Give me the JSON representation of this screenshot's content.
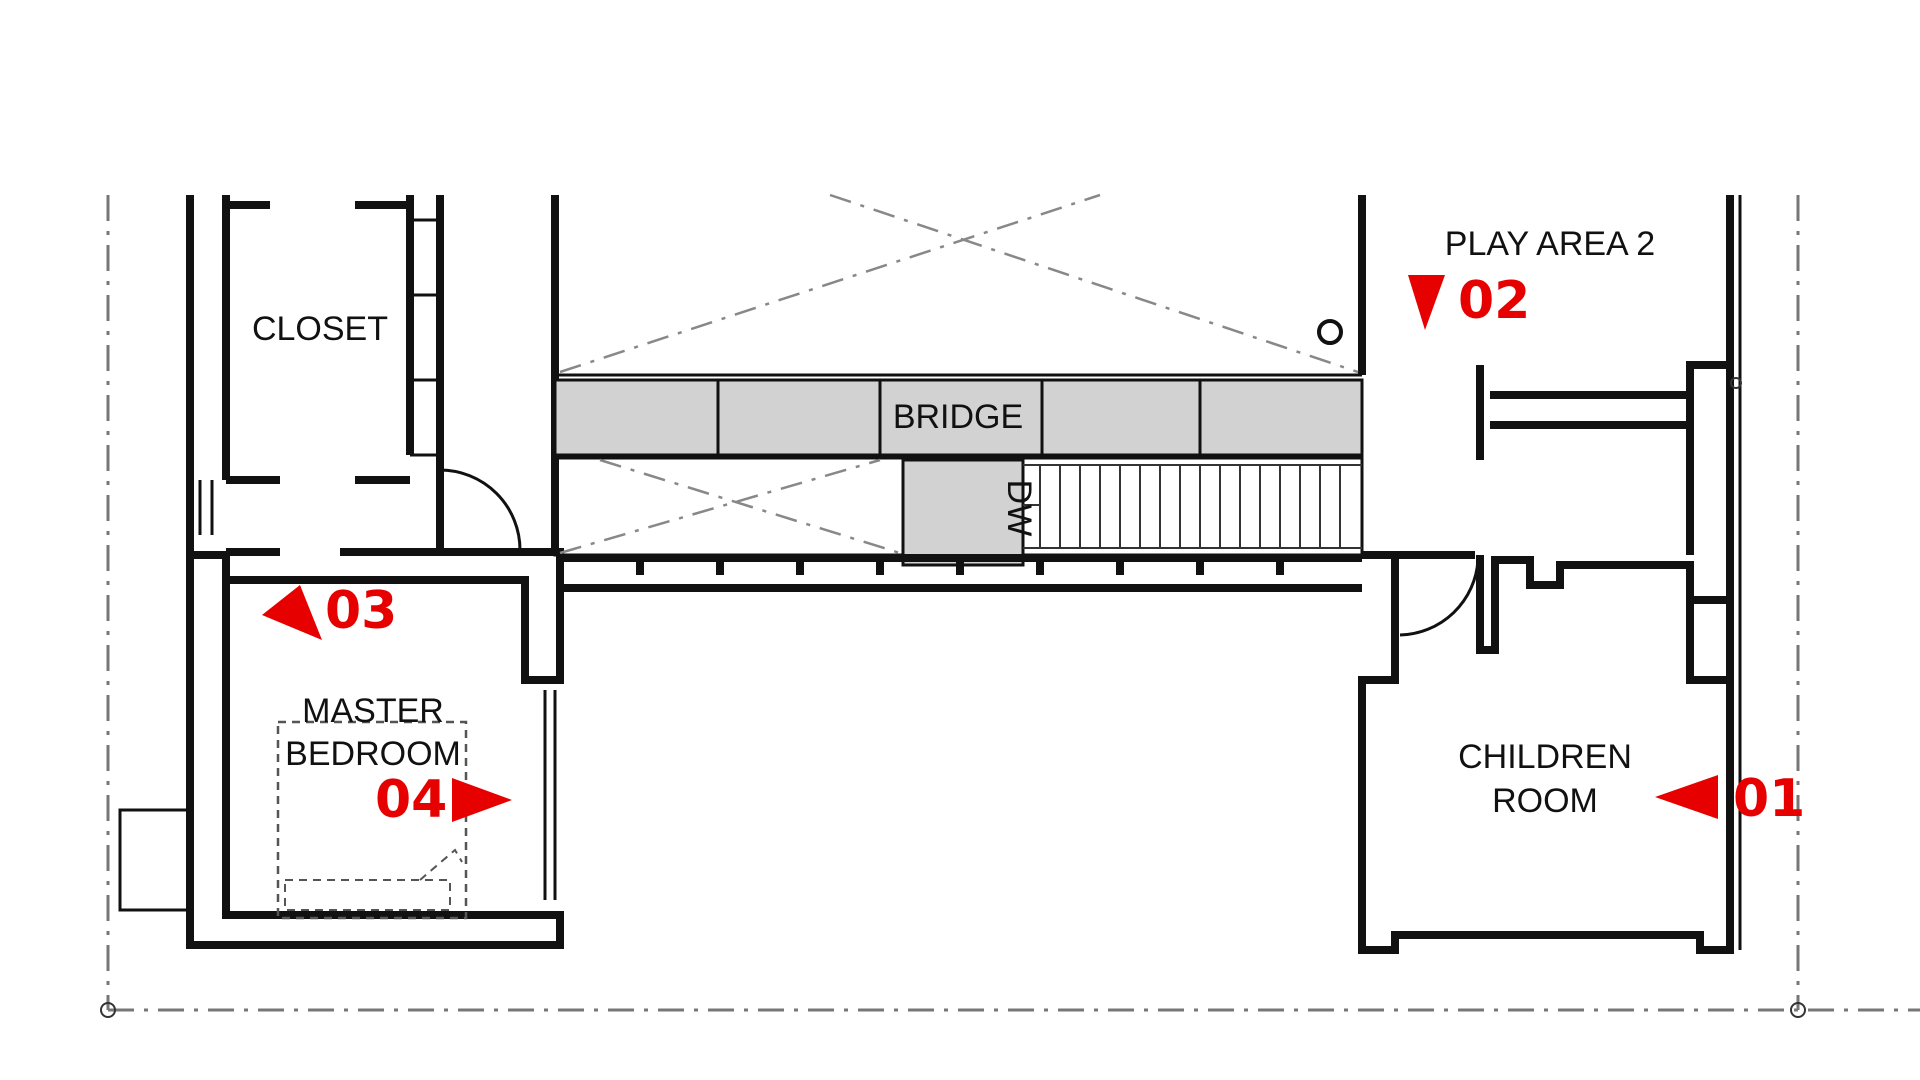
{
  "rooms": {
    "play_area": "PLAY AREA 2",
    "closet": "CLOSET",
    "bridge": "BRIDGE",
    "stair_dw": "DW",
    "master_line1": "MASTER",
    "master_line2": "BEDROOM",
    "children_line1": "CHILDREN",
    "children_line2": "ROOM"
  },
  "markers": {
    "m01": "01",
    "m02": "02",
    "m03": "03",
    "m04": "04"
  },
  "colors": {
    "marker": "#e60000",
    "wall": "#111111",
    "fill": "#d2d2d2"
  }
}
